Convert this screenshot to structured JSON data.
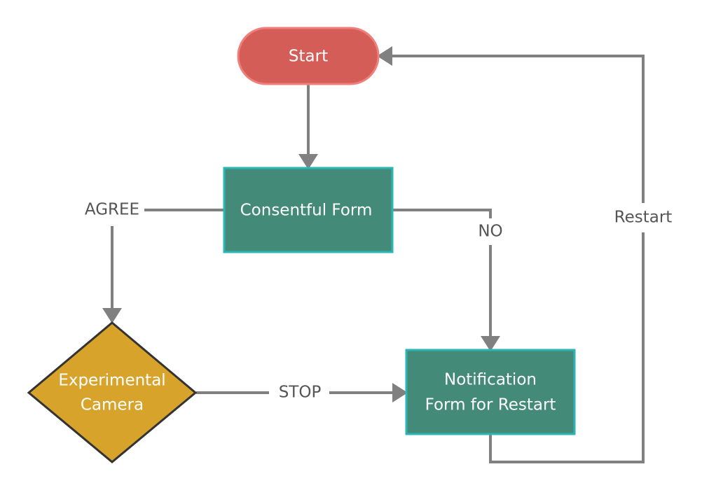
{
  "colors": {
    "edge": "#808080",
    "start_fill": "#d55d57",
    "start_stroke": "#f07e7a",
    "process_fill": "#438b78",
    "process_stroke": "#2bb5b4",
    "decision_fill": "#d8a32b",
    "decision_stroke": "#333333",
    "label_text": "#555555",
    "node_text": "#ffffff"
  },
  "nodes": {
    "start": {
      "shape": "terminator",
      "text": "Start"
    },
    "consent": {
      "shape": "process",
      "text": "Consentful Form"
    },
    "camera": {
      "shape": "decision",
      "lines": [
        "Experimental",
        "Camera"
      ]
    },
    "notify": {
      "shape": "process",
      "lines": [
        "Notification",
        "Form for Restart"
      ]
    }
  },
  "edges": {
    "start_to_consent": {
      "from": "Start",
      "to": "Consentful Form",
      "label": ""
    },
    "consent_to_camera": {
      "from": "Consentful Form",
      "to": "Experimental Camera",
      "label": "AGREE"
    },
    "consent_to_notify": {
      "from": "Consentful Form",
      "to": "Notification Form for Restart",
      "label": "NO"
    },
    "camera_to_notify": {
      "from": "Experimental Camera",
      "to": "Notification Form for Restart",
      "label": "STOP"
    },
    "notify_to_start": {
      "from": "Notification Form for Restart",
      "to": "Start",
      "label": "Restart"
    }
  }
}
